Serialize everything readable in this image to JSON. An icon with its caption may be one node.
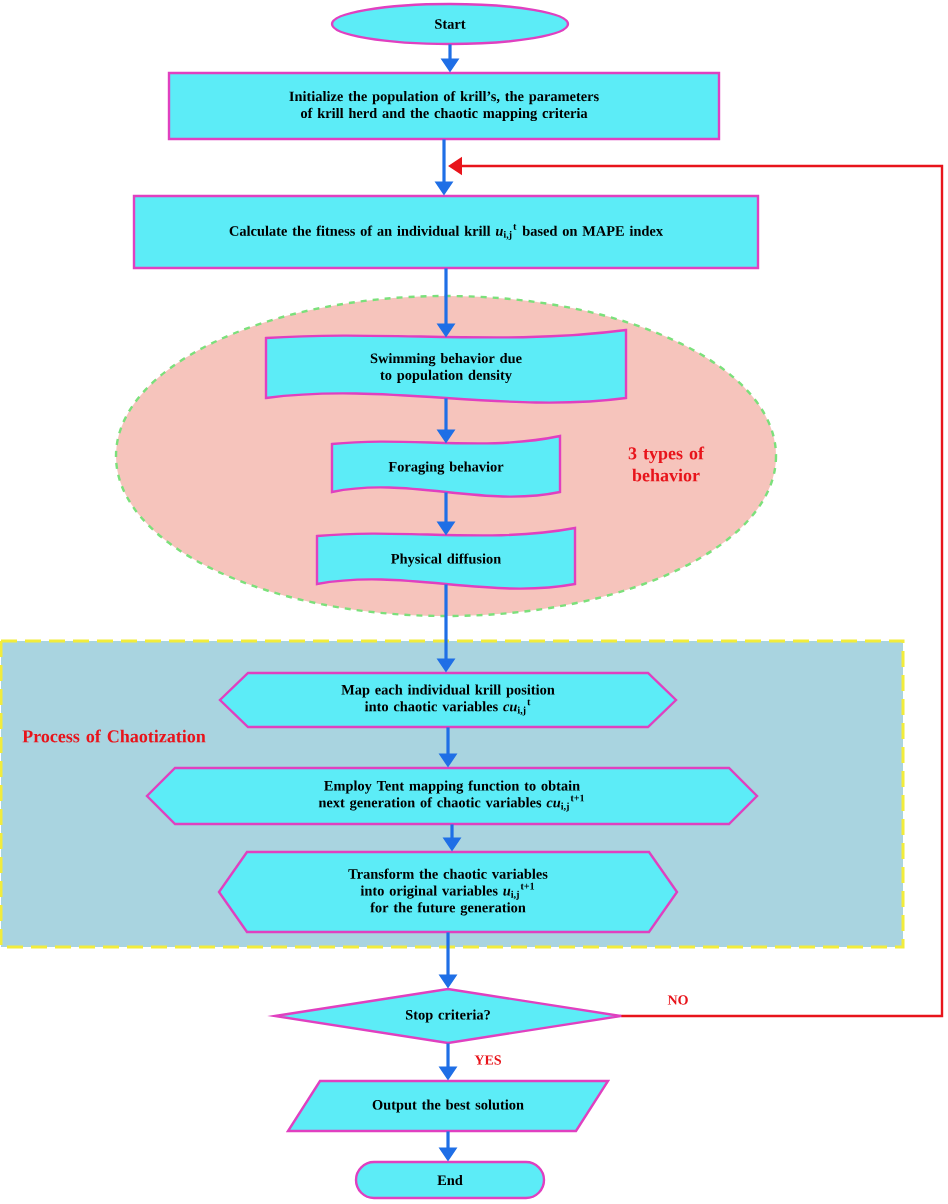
{
  "diagram": {
    "nodes": [
      {
        "text": [
          "Start"
        ]
      },
      {
        "text": [
          "Initialize the population of krill’s, the parameters of krill herd and the chaotic mapping criteria"
        ]
      },
      {
        "text": [
          "Calculate the fitness of an individual krill *u*$_{i,j}$$^{t}$ based on MAPE index"
        ]
      },
      {
        "text": [
          "3 types of behavior"
        ]
      },
      {
        "text": [
          "Swimming behavior due to population density"
        ],
        "in": 3
      },
      {
        "text": [
          "Foraging behavior"
        ],
        "in": 3
      },
      {
        "text": [
          "Physical diffusion"
        ],
        "in": 3
      },
      {
        "text": [
          "Process of Chaotization"
        ]
      },
      {
        "text": [
          "Map each individual krill position into chaotic variables *cu*$_{i,j}$$^{t}$"
        ],
        "in": 7
      },
      {
        "text": [
          "Employ Tent mapping function to obtain next generation of chaotic variables *cu*$_{i,j}$$^{t+1}$"
        ],
        "in": 7
      },
      {
        "text": [
          "Transform the chaotic variables into original variables *u*$_{i,j}$$^{t+1}$ for the future generation"
        ],
        "in": 7
      },
      {
        "text": [
          "Stop criteria?"
        ]
      },
      {
        "text": [
          "Output the best solution"
        ]
      },
      {
        "text": [
          "End"
        ]
      }
    ],
    "edges": [
      {
        "from": 0,
        "to": 1,
        "arrow": "to"
      },
      {
        "from": 1,
        "to": 2,
        "arrow": "to"
      },
      {
        "from": 2,
        "to": 4,
        "arrow": "to"
      },
      {
        "from": 4,
        "to": 5,
        "arrow": "to"
      },
      {
        "from": 5,
        "to": 6,
        "arrow": "to"
      },
      {
        "from": 6,
        "to": 8,
        "arrow": "to"
      },
      {
        "from": 8,
        "to": 9,
        "arrow": "to"
      },
      {
        "from": 9,
        "to": 10,
        "arrow": "to"
      },
      {
        "from": 10,
        "to": 11,
        "arrow": "to"
      },
      {
        "from": 11,
        "to": 12,
        "arrow": "to",
        "label": "YES"
      },
      {
        "from": 12,
        "to": 13,
        "arrow": "to"
      },
      {
        "from": 11,
        "to": 2,
        "arrow": "to",
        "label": "NO",
        "color": "#e8141b"
      }
    ]
  }
}
